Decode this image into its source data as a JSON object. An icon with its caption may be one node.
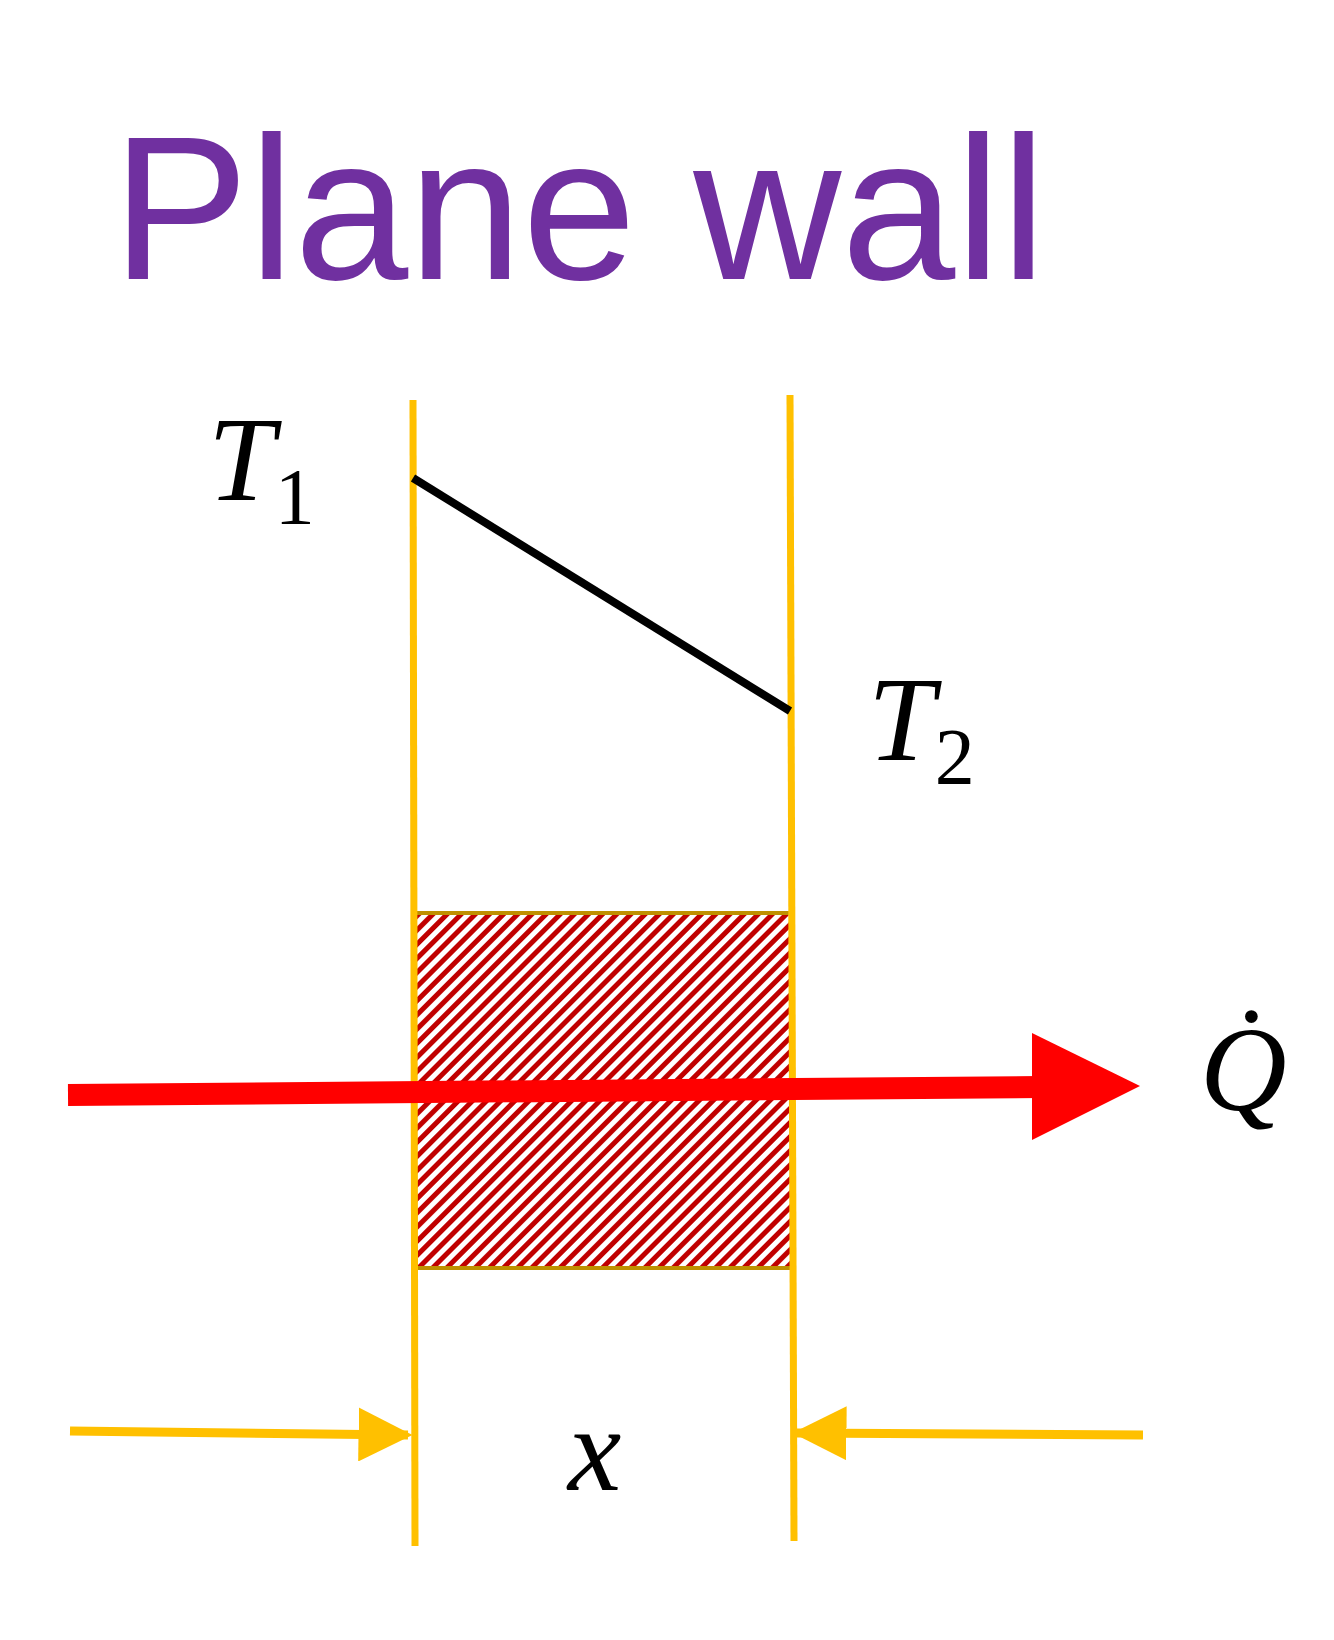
{
  "diagram": {
    "title": "Plane wall",
    "labels": [
      "*T*$_{1}$",
      "*T*$_{2}$",
      "*Q̇*",
      "*x*"
    ]
  }
}
